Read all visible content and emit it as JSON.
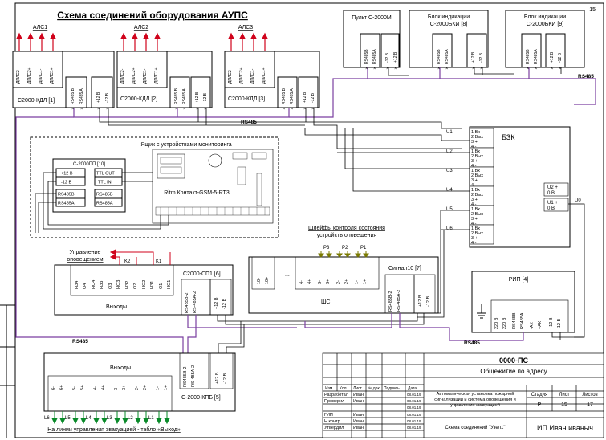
{
  "title": "Схема соединений оборудования АУПС",
  "page_number": "15",
  "kdl_blocks": [
    {
      "bus": "АЛС1",
      "name": "С2000-КДЛ [1]",
      "terminals": [
        "ДПЛС2-",
        "ДПЛС2+",
        "ДПЛС1-",
        "ДПЛС1+"
      ]
    },
    {
      "bus": "АЛС2",
      "name": "С2000-КДЛ [2]",
      "terminals": [
        "ДПЛС2-",
        "ДПЛС2+",
        "ДПЛС1-",
        "ДПЛС1+"
      ]
    },
    {
      "bus": "АЛС3",
      "name": "С2000-КДЛ [3]",
      "terminals": [
        "ДПЛС2-",
        "ДПЛС2+",
        "ДПЛС1-",
        "ДПЛС1+"
      ]
    }
  ],
  "rs_terms": [
    "RS485 B",
    "RS485 A"
  ],
  "power_terms": [
    "+12 В",
    "-12 В"
  ],
  "top_blocks": [
    {
      "name": "Пульт С-2000М",
      "terms": [
        "RS485B",
        "RS485A",
        "-12 В",
        "+12 В"
      ]
    },
    {
      "name": "Блок индикации С-2000БКИ [8]",
      "terms": [
        "RS485B",
        "RS485A",
        "+12 В",
        "-12 В"
      ]
    },
    {
      "name": "Блок индикации С-2000БКИ [9]",
      "terms": [
        "RS485B",
        "RS485A",
        "+12 В",
        "-12 В"
      ]
    }
  ],
  "rs485_label": "RS485",
  "monitor_box": {
    "title": "Ящик с устройствами мониторинга",
    "pp_name": "С-2000ПП [10]",
    "pp_left": [
      "+12 В",
      "-12 В",
      "RS485B",
      "RS485A"
    ],
    "pp_right": [
      "TTL OUT",
      "TTL IN",
      "RS485B",
      "RS485A"
    ],
    "ritm": "Ritm Контакт-GSM-5-RT3"
  },
  "bzk": {
    "name": "БЗК",
    "inputs": [
      "U1",
      "U2",
      "U3",
      "U4",
      "U5",
      "U6"
    ],
    "term_lines": [
      "1 Вх",
      "2 Вых",
      "3 +",
      "4 -"
    ],
    "right_terms": [
      [
        "U2 +",
        "0 В"
      ],
      [
        "U1 +",
        "0 В"
      ]
    ],
    "u0": "U0"
  },
  "sp1": {
    "caption": [
      "Управление",
      "оповещением"
    ],
    "relays": [
      "K2",
      "K1"
    ],
    "name": "С2000-СП1 [6]",
    "outputs_label": "Выходы",
    "terms": [
      "НЗ4",
      "О4",
      "НО4",
      "НЗ3",
      "О3",
      "НО3",
      "НЗ2",
      "О2",
      "НО2",
      "НЗ1",
      "О1",
      "НО1"
    ],
    "bus_terms": [
      "RS485B-2",
      "RS-485A-2",
      "+12 В",
      "-12 В"
    ]
  },
  "signal10": {
    "caption": [
      "Шлейфы контроля состояния",
      "устройств оповещения"
    ],
    "loops": [
      "P3",
      "P2",
      "P1"
    ],
    "name": "Сигнал10 [7]",
    "shs_label": "ШС",
    "terms": [
      "10-",
      "10+",
      "...",
      "4-",
      "4+",
      "3-",
      "3+",
      "2-",
      "2+",
      "1-",
      "1+"
    ],
    "bus_terms": [
      "RS485B-2",
      "RS-485A-2",
      "+12 В",
      "-12 В"
    ]
  },
  "rip": {
    "name": "РИП [4]",
    "terms": [
      "220 В",
      "220 В",
      "RS485B",
      "RS485A",
      "-АК",
      "+АК",
      "+12 В",
      "-12 В"
    ]
  },
  "kpb": {
    "outputs_label": "Выходы",
    "name": "С-2000-КПБ [5]",
    "terms": [
      "6-",
      "6+",
      "5-",
      "5+",
      "4-",
      "4+",
      "3-",
      "3+",
      "2-",
      "2+",
      "1-",
      "1+"
    ],
    "bus_terms": [
      "RS485B-2",
      "RS-485A-2",
      "+12 В",
      "-12 В"
    ],
    "lines": [
      "L6",
      "L5",
      "L4",
      "L3",
      "L2",
      "L1"
    ],
    "caption": "На линии управления эвакуацией - табло «Выход»"
  },
  "stamp": {
    "code": "0000-ПС",
    "object": "Общежитие по адресу",
    "header_cols": [
      "Изм.",
      "Кол.",
      "Лист",
      "№ док",
      "Подпись",
      "Дата"
    ],
    "roles": [
      {
        "role": "Разработал",
        "name": "Иван",
        "date": "08.01.19"
      },
      {
        "role": "Проверил",
        "name": "Иван",
        "date": "08.01.19"
      },
      {
        "role": "",
        "name": "",
        "date": "08.01.19"
      },
      {
        "role": "ГИП",
        "name": "Иван",
        "date": "08.01.19"
      },
      {
        "role": "Н.контр.",
        "name": "Иван",
        "date": "08.01.19"
      },
      {
        "role": "Утвердил",
        "name": "Иван",
        "date": "08.01.19"
      }
    ],
    "system": "Автоматическая установка пожарной сигнализации и система оповещения и управления эвакуацией",
    "stage_label": "Стадия",
    "sheet_label": "Лист",
    "sheets_label": "Листов",
    "stage": "Р",
    "sheet": "15",
    "sheets": "17",
    "drawing": "Схема соединений \"Узел1\"",
    "org": "ИП Иван иваныч"
  },
  "colors": {
    "line": "#000000",
    "purple": "#7a3fa0",
    "red": "#d0021b",
    "green": "#0a8a2a",
    "olive": "#7a7a00"
  }
}
